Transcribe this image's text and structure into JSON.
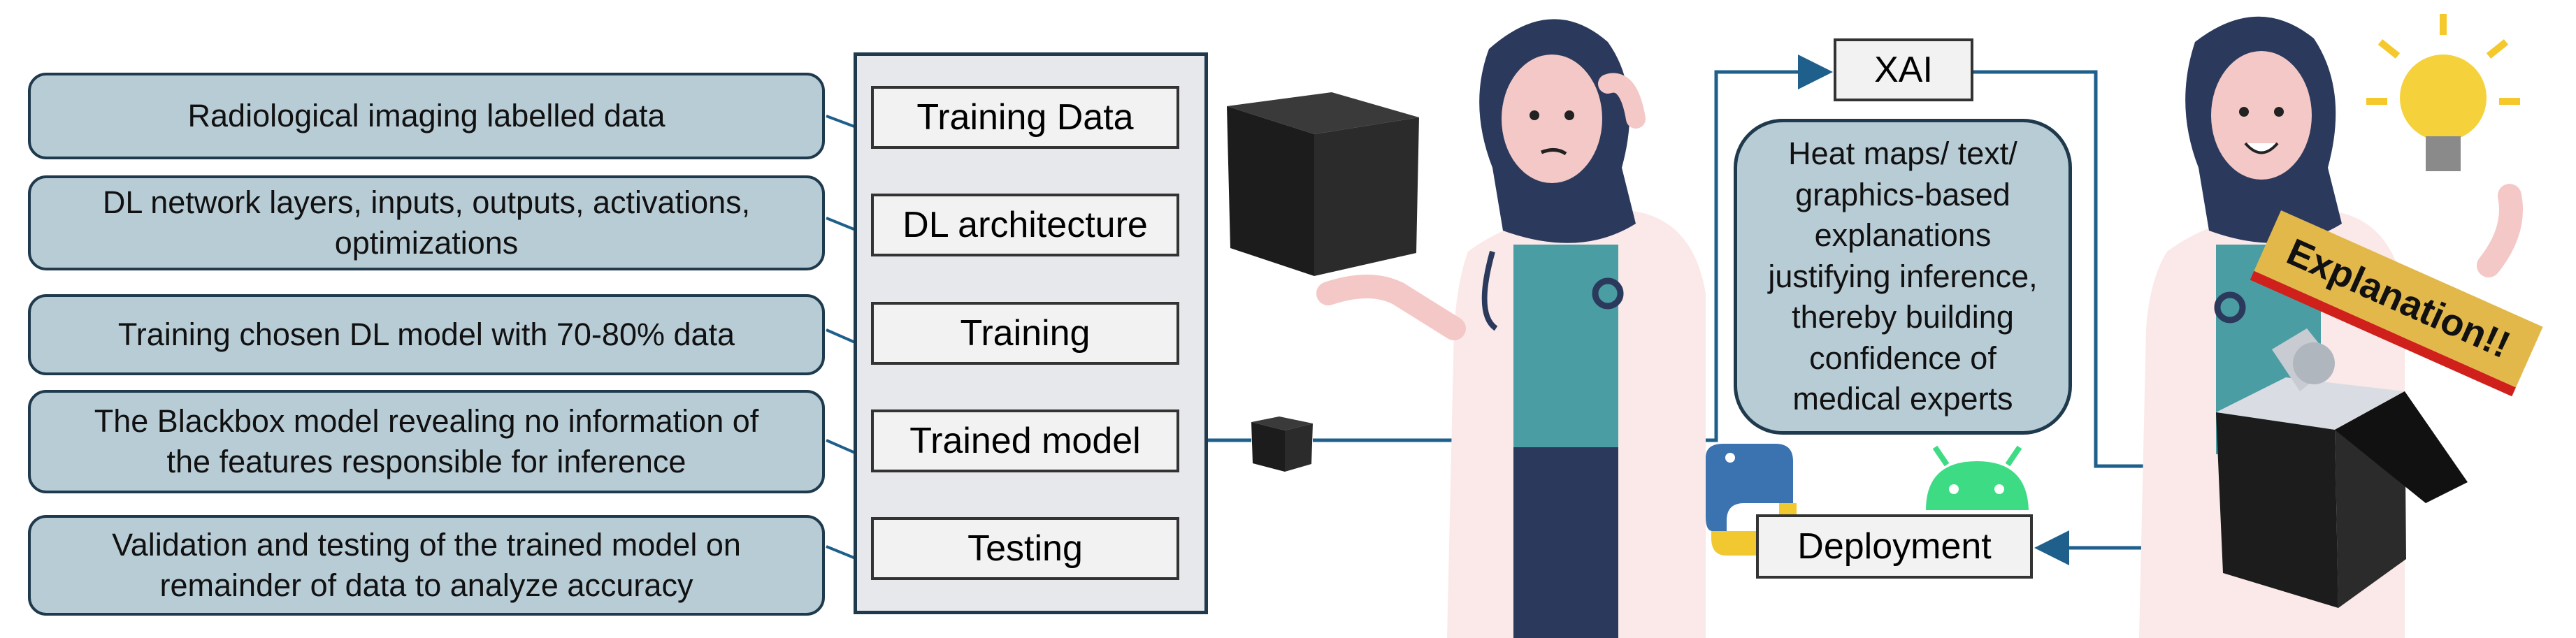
{
  "inputs": [
    {
      "text": "Radiological imaging labelled data"
    },
    {
      "text": "DL network layers, inputs, outputs, activations,\noptimizations"
    },
    {
      "text": "Training chosen DL model with 70-80% data"
    },
    {
      "text": "The Blackbox model revealing no information of\nthe features responsible for inference"
    },
    {
      "text": "Validation and testing of the trained model on\nremainder of data to analyze accuracy"
    }
  ],
  "pipeline": [
    "Training Data",
    "DL architecture",
    "Training",
    "Trained model",
    "Testing"
  ],
  "xai": {
    "label": "XAI",
    "explanation": "Heat maps/ text/\ngraphics-based\nexplanations\njustifying inference,\nthereby building\nconfidence of\nmedical experts"
  },
  "deployment": {
    "label": "Deployment"
  },
  "banner": {
    "text": "Explanation!!"
  },
  "colors": {
    "box_fill": "#b8ccd6",
    "border": "#1f3a4d",
    "arrow": "#1f5f8b",
    "banner": "#e2b84a",
    "banner_edge": "#d0201b"
  },
  "icons": [
    "black-box-icon",
    "doctor-confused-icon",
    "doctor-happy-icon",
    "lightbulb-icon",
    "python-logo-icon",
    "android-logo-icon",
    "robot-in-box-icon"
  ]
}
